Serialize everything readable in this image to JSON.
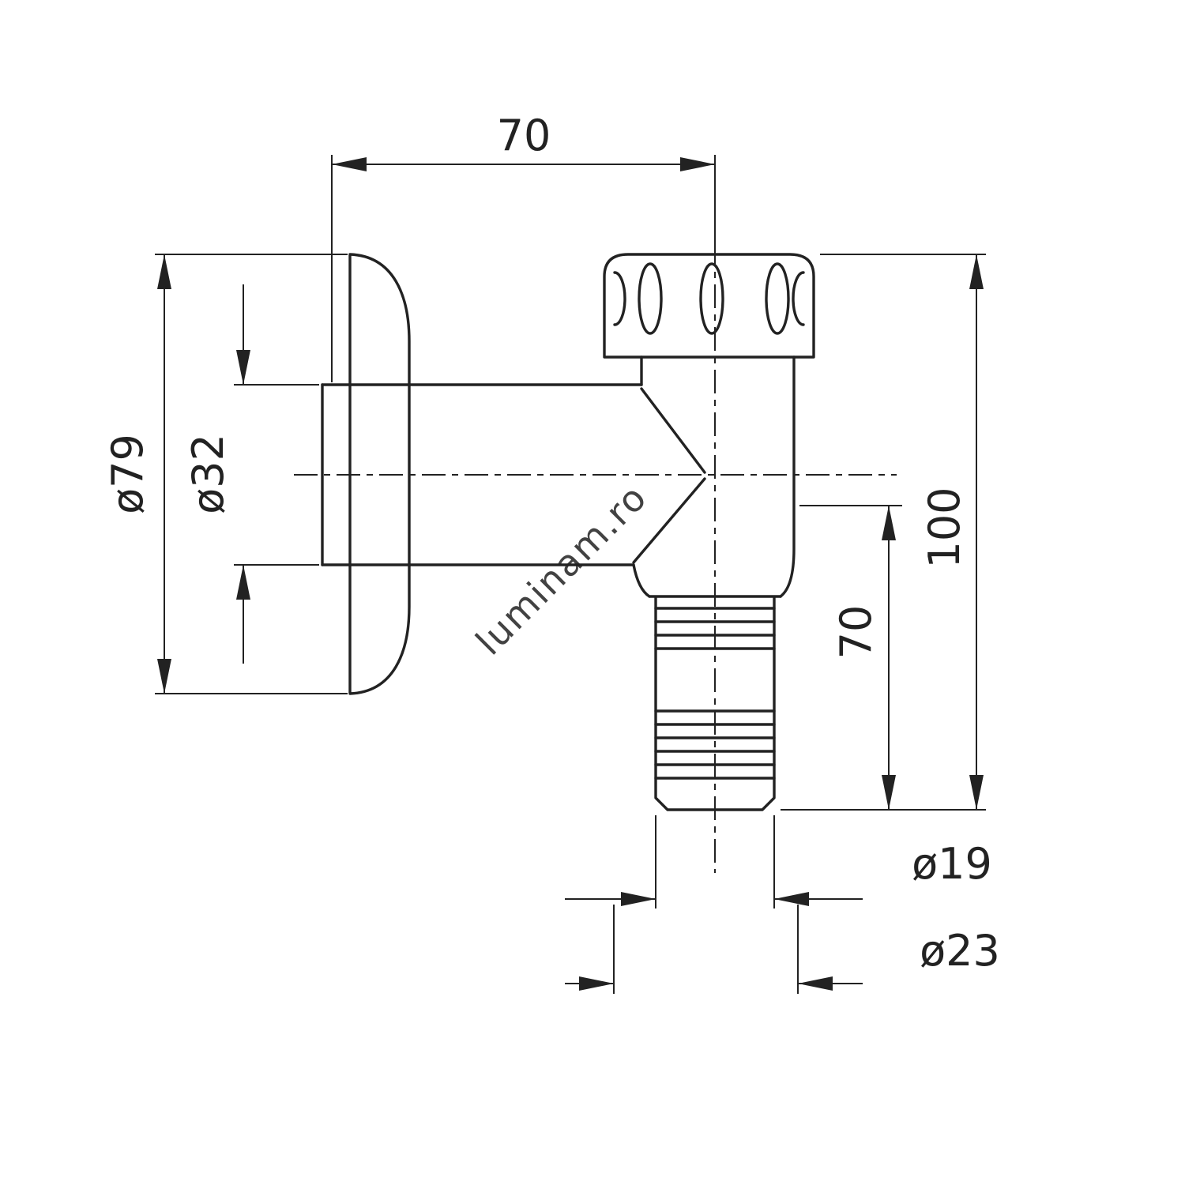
{
  "drawing": {
    "type": "technical-dimension-drawing",
    "subject": "angle-valve-with-hose-barb",
    "watermark": "luminam.ro",
    "colors": {
      "line": "#222222",
      "watermark": "#c4c4c4",
      "background": "#ffffff"
    },
    "dims": {
      "top_width": "70",
      "flange_diameter": "ø79",
      "sleeve_diameter": "ø32",
      "total_height": "100",
      "spout_height": "70",
      "hose_end_diameter": "ø19",
      "hose_collar_diameter": "ø23"
    }
  }
}
